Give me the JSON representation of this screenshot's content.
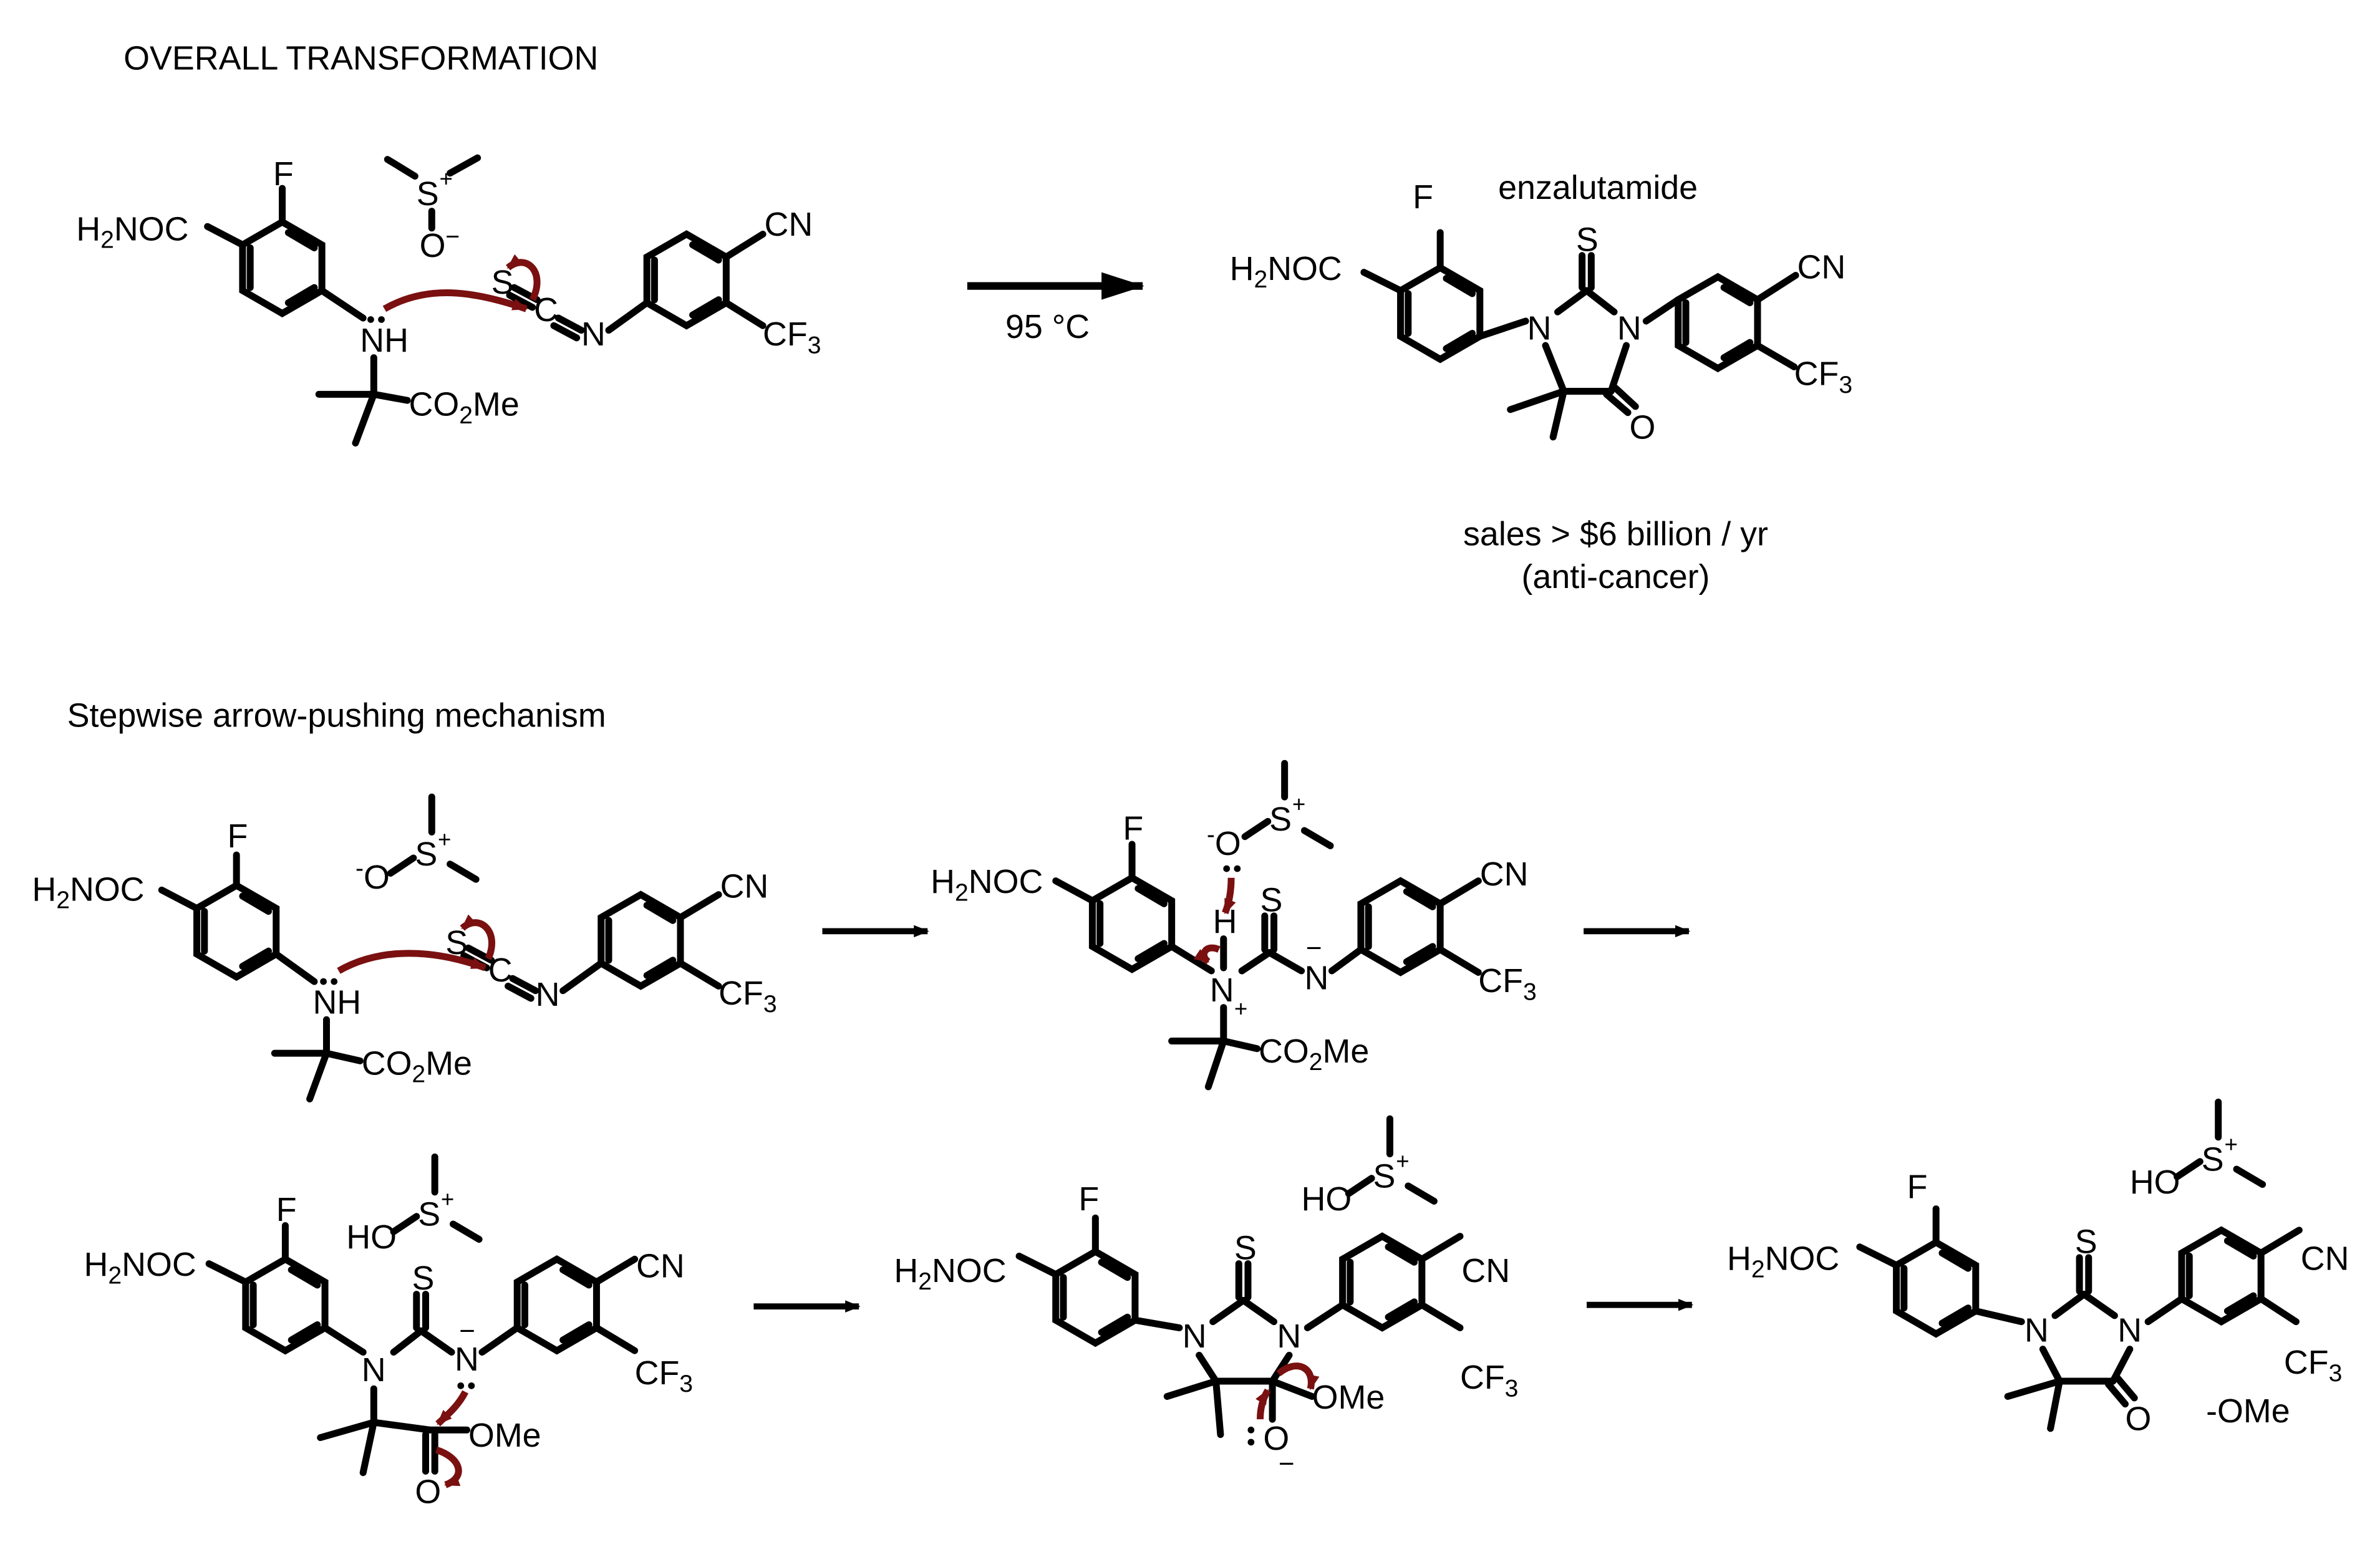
{
  "headings": {
    "overall": "OVERALL TRANSFORMATION",
    "mechanism": "Stepwise arrow-pushing mechanism"
  },
  "conditions": {
    "temperature": "95 °C"
  },
  "product": {
    "name": "enzalutamide",
    "sales": "sales > $6 billion / yr",
    "use": "(anti-cancer)"
  },
  "atoms": {
    "F": "F",
    "S": "S",
    "N": "N",
    "O": "O",
    "H": "H",
    "NH": "NH",
    "H2NOC": "H2NOC",
    "CN": "CN",
    "CF3": "CF3",
    "CO2Me": "CO2Me",
    "OMe": "OMe",
    "HO": "HO",
    "minus_OMe": "-OMe",
    "minus": "−",
    "plus": "+",
    "O_minus": "O-",
    "minus_O": "-O"
  },
  "colors": {
    "ink": "#000000",
    "arrow_push": "#7a1010",
    "background": "#ffffff"
  }
}
